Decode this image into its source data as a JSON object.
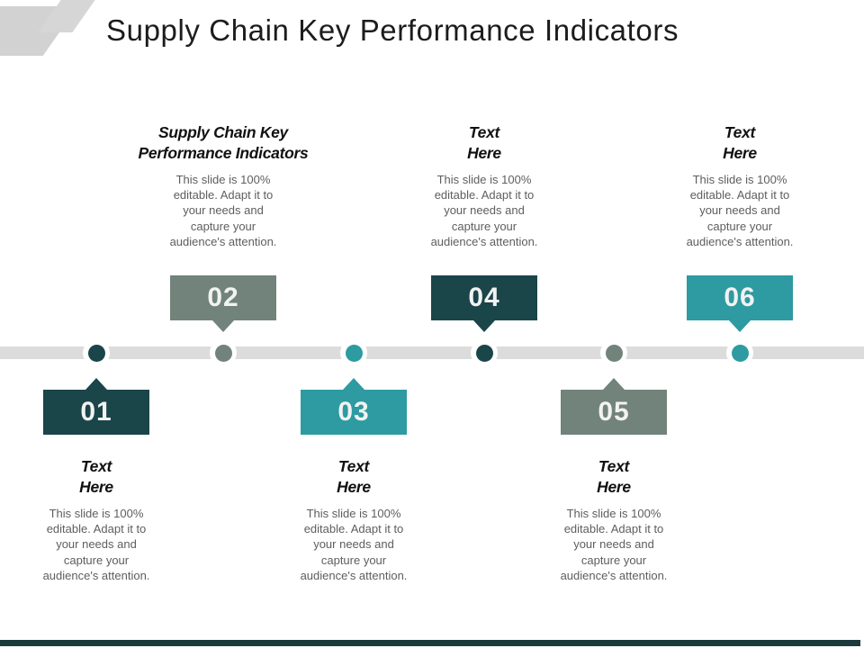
{
  "slide": {
    "title": "Supply Chain Key Performance Indicators"
  },
  "colors": {
    "dark_teal": "#1a4549",
    "sage_green": "#71837b",
    "teal": "#2d9ba1",
    "timeline_gray": "#dcdcdc",
    "body_text_gray": "#5e5e5e",
    "footer_bar": "#1c393b",
    "decor_gray": "#d2d2d2"
  },
  "timeline": {
    "items": [
      {
        "number": "01",
        "heading": "Text\nHere",
        "description": "This slide is 100%\neditable. Adapt it to\nyour needs and\ncapture your\naudience's attention.",
        "color": "#1a4549",
        "position": "below"
      },
      {
        "number": "02",
        "heading": "Supply Chain Key\nPerformance Indicators",
        "description": "This slide is 100%\neditable. Adapt it to\nyour needs and\ncapture your\naudience's attention.",
        "color": "#71837b",
        "position": "above"
      },
      {
        "number": "03",
        "heading": "Text\nHere",
        "description": "This slide is 100%\neditable. Adapt it to\nyour needs and\ncapture your\naudience's attention.",
        "color": "#2d9ba1",
        "position": "below"
      },
      {
        "number": "04",
        "heading": "Text\nHere",
        "description": "This slide is 100%\neditable. Adapt it to\nyour needs and\ncapture your\naudience's attention.",
        "color": "#1a4549",
        "position": "above"
      },
      {
        "number": "05",
        "heading": "Text\nHere",
        "description": "This slide is 100%\neditable. Adapt it to\nyour needs and\ncapture your\naudience's attention.",
        "color": "#71837b",
        "position": "below"
      },
      {
        "number": "06",
        "heading": "Text\nHere",
        "description": "This slide is 100%\neditable. Adapt it to\nyour needs and\ncapture your\naudience's attention.",
        "color": "#2d9ba1",
        "position": "above"
      }
    ]
  }
}
